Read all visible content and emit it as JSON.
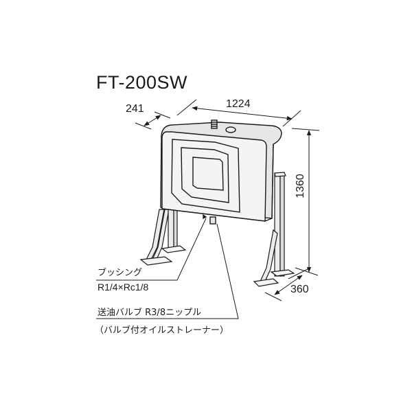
{
  "diagram": {
    "title": "FT-200SW",
    "dimensions": {
      "depth": "241",
      "width": "1224",
      "height": "1360",
      "leg_depth": "360"
    },
    "callouts": [
      {
        "name": "bushing",
        "label": "ブッシング",
        "spec": "R1/4×Rc1/8"
      },
      {
        "name": "supply-valve",
        "label": "送油バルブ R3/8ニップル",
        "note": "（バルブ付オイルストレーナー）"
      }
    ],
    "colors": {
      "line": "#1a1a1a",
      "tank_fill": "#f2f2f2",
      "tank_shade": "#e4e4e4",
      "background": "#ffffff"
    }
  }
}
